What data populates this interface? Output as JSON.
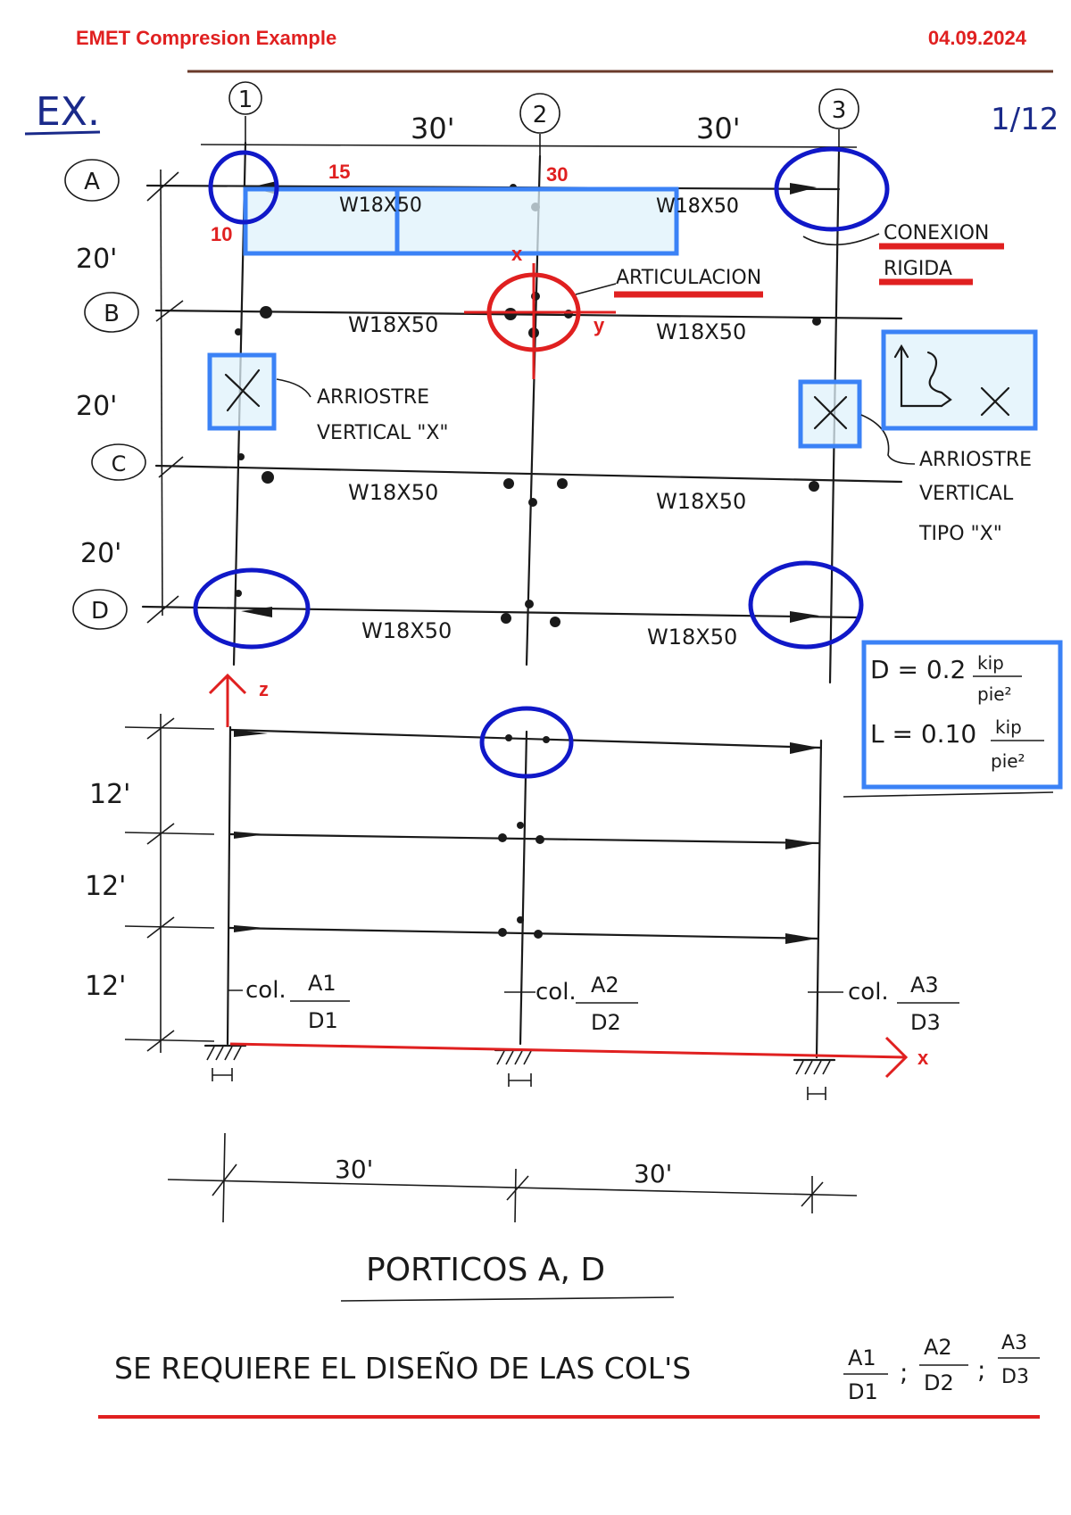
{
  "header": {
    "title": "EMET Compresion Example",
    "date": "04.09.2024"
  },
  "page": {
    "ex_label": "EX.",
    "page_number": "1/12"
  },
  "plan": {
    "axes": [
      "1",
      "2",
      "3"
    ],
    "rows": [
      "A",
      "B",
      "C",
      "D"
    ],
    "bay_widths": [
      "30'",
      "30'"
    ],
    "bay_depths": [
      "20'",
      "20'",
      "20'"
    ],
    "beam_label": "W18X50",
    "beam_labels": {
      "A12": "W18X50",
      "A23": "W18X50",
      "B12": "W18X50",
      "B23": "W18X50",
      "C12": "W18X50",
      "C23": "W18X50",
      "D12": "W18X50",
      "D23": "W18X50"
    },
    "annotations": {
      "rigid_connection_line1": "CONEXION",
      "rigid_connection_line2": "RIGIDA",
      "pin": "ARTICULACION",
      "brace_left_line1": "ARRIOSTRE",
      "brace_left_line2": "VERTICAL \"X\"",
      "brace_right_line1": "ARRIOSTRE",
      "brace_right_line2": "VERTICAL",
      "brace_right_line3": "TIPO \"X\""
    },
    "red_labels": {
      "n15": "15",
      "n30": "30",
      "n10": "10",
      "axis_x": "x",
      "axis_y": "y"
    },
    "loads": {
      "D_label": "D = 0.2",
      "D_unit_num": "kip",
      "D_unit_den": "pie²",
      "L_label": "L = 0.10",
      "L_unit_num": "kip",
      "L_unit_den": "pie²"
    }
  },
  "elevation": {
    "story_heights": [
      "12'",
      "12'",
      "12'"
    ],
    "bay_widths": [
      "30'",
      "30'"
    ],
    "axis_z": "z",
    "axis_x": "x",
    "columns": [
      {
        "prefix": "col.",
        "top": "A1",
        "bottom": "D1"
      },
      {
        "prefix": "col.",
        "top": "A2",
        "bottom": "D2"
      },
      {
        "prefix": "col.",
        "top": "A3",
        "bottom": "D3"
      }
    ],
    "title": "PORTICOS A, D"
  },
  "requirement": {
    "text": "SE REQUIERE EL DISEÑO DE LAS COL'S",
    "fractions": [
      {
        "top": "A1",
        "bottom": "D1"
      },
      {
        "top": "A2",
        "bottom": "D2"
      },
      {
        "top": "A3",
        "bottom": "D3"
      }
    ],
    "separator": ";"
  },
  "colors": {
    "red": "#e02020",
    "blue": "#1018c8",
    "highlight": "#3b82f6"
  }
}
